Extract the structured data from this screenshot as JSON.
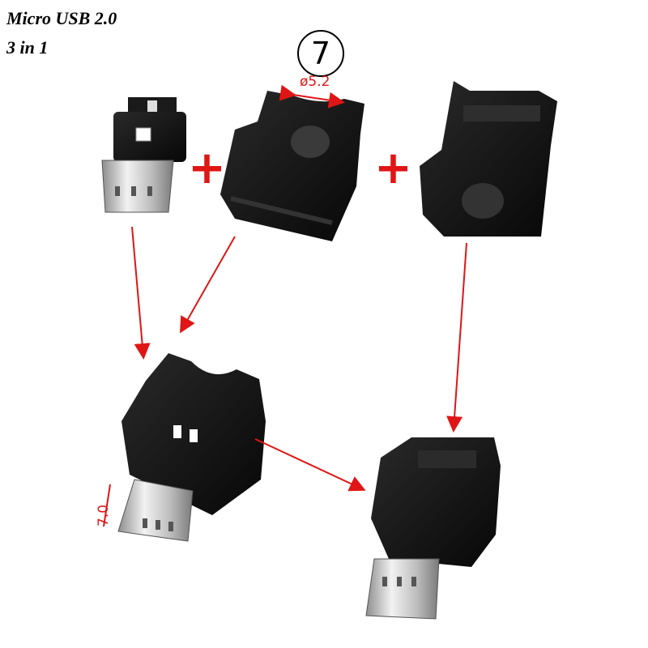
{
  "title": {
    "line1": "Micro USB 2.0",
    "line2": "3 in 1"
  },
  "badge": "7",
  "dimensions": {
    "hole_diameter": "ø5.2",
    "plug_length": "7.0"
  },
  "plus_sign": "+",
  "colors": {
    "arrow": "#e01515",
    "plastic": "#141414",
    "metal": "#c8c8c8"
  }
}
